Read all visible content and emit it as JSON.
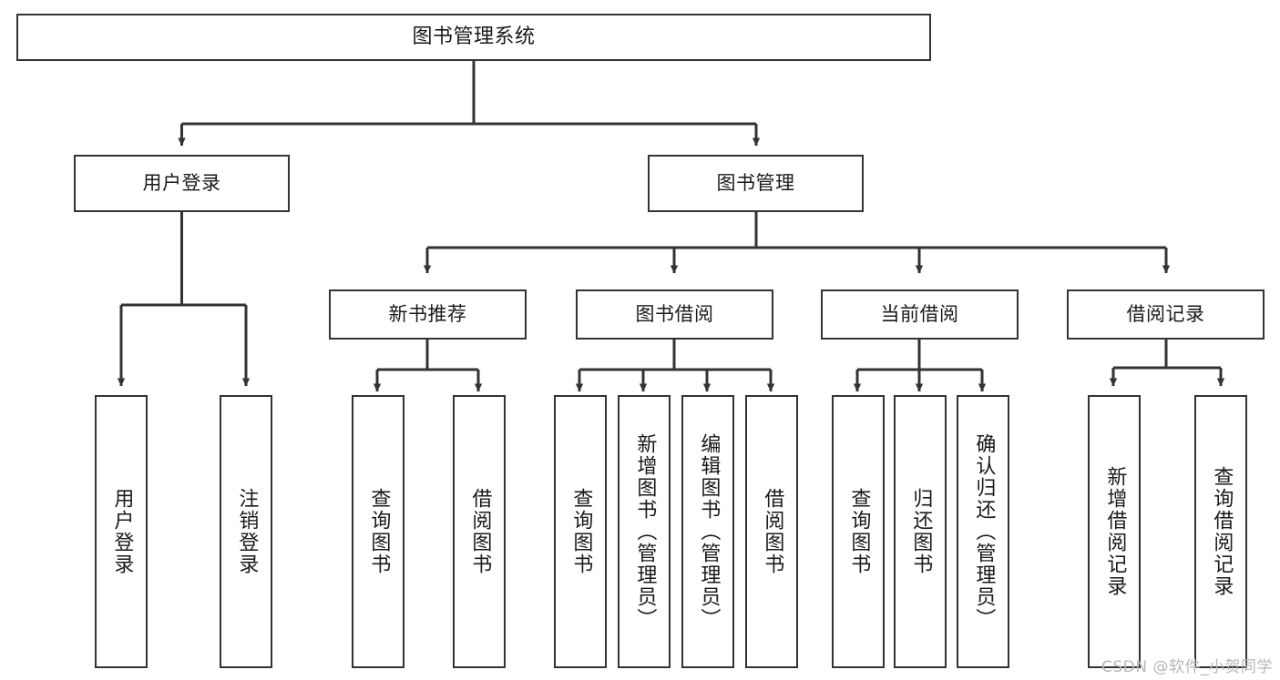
{
  "diagram": {
    "title": "图书管理系统",
    "type": "tree-hierarchy",
    "watermark": "CSDN @软件_小贺同学",
    "colors": {
      "box_border": "#333333",
      "box_fill": "#ffffff",
      "edge": "#333333",
      "text": "#1a1a1a",
      "watermark": "#b7b7b7"
    },
    "levels": {
      "root": {
        "label": "图书管理系统"
      },
      "level2": [
        {
          "id": "user-login",
          "label": "用户登录"
        },
        {
          "id": "book-management",
          "label": "图书管理"
        }
      ],
      "level3": [
        {
          "id": "new-book-recommend",
          "label": "新书推荐",
          "parent": "book-management"
        },
        {
          "id": "book-borrow",
          "label": "图书借阅",
          "parent": "book-management"
        },
        {
          "id": "current-borrow",
          "label": "当前借阅",
          "parent": "book-management"
        },
        {
          "id": "borrow-record",
          "label": "借阅记录",
          "parent": "book-management"
        }
      ],
      "leaves": [
        {
          "id": "leaf-user-login",
          "label": "用户登录",
          "parent": "user-login"
        },
        {
          "id": "leaf-user-logout",
          "label": "注销登录",
          "parent": "user-login"
        },
        {
          "id": "leaf-query-book-1",
          "label": "查询图书",
          "parent": "new-book-recommend"
        },
        {
          "id": "leaf-borrow-book-1",
          "label": "借阅图书",
          "parent": "new-book-recommend"
        },
        {
          "id": "leaf-query-book-2",
          "label": "查询图书",
          "parent": "book-borrow"
        },
        {
          "id": "leaf-add-book",
          "label": "新增图书（管理员）",
          "parent": "book-borrow"
        },
        {
          "id": "leaf-edit-book",
          "label": "编辑图书（管理员）",
          "parent": "book-borrow"
        },
        {
          "id": "leaf-borrow-book-2",
          "label": "借阅图书",
          "parent": "book-borrow"
        },
        {
          "id": "leaf-query-book-3",
          "label": "查询图书",
          "parent": "current-borrow"
        },
        {
          "id": "leaf-return-book",
          "label": "归还图书",
          "parent": "current-borrow"
        },
        {
          "id": "leaf-confirm-return",
          "label": "确认归还（管理员）",
          "parent": "current-borrow"
        },
        {
          "id": "leaf-add-record",
          "label": "新增借阅记录",
          "parent": "borrow-record"
        },
        {
          "id": "leaf-query-record",
          "label": "查询借阅记录",
          "parent": "borrow-record"
        }
      ]
    }
  }
}
